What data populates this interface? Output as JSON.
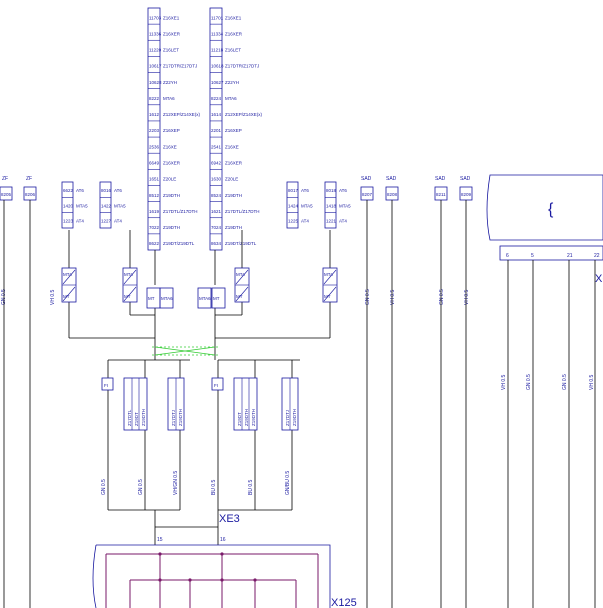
{
  "colors": {
    "wire": "#000000",
    "text": "#1a1aa0",
    "connector_box": "#1a1aa0",
    "crossover": "#33cc33",
    "harness": "#7a1a6a"
  },
  "top_left_engines": [
    {
      "code": "11703",
      "engine": "Z16XE1"
    },
    {
      "code": "11336",
      "engine": "Z16XER"
    },
    {
      "code": "11220",
      "engine": "Z16LET"
    },
    {
      "code": "10617",
      "engine": "Z17DTR/Z17DTJ"
    },
    {
      "code": "10628",
      "engine": "Z22YH"
    },
    {
      "code": "8222",
      "engine": "MTA6"
    },
    {
      "code": "1612",
      "engine": "Z12XEP/Z14XE(x)"
    },
    {
      "code": "2203",
      "engine": "Z16XEP"
    },
    {
      "code": "2536",
      "engine": "Z16XE"
    },
    {
      "code": "6649",
      "engine": "Z16XER"
    },
    {
      "code": "1651",
      "engine": "Z20LE"
    },
    {
      "code": "8512",
      "engine": "Z19DTH"
    },
    {
      "code": "1619",
      "engine": "Z17DTL/Z17DTH"
    },
    {
      "code": "7022",
      "engine": "Z19DTH"
    },
    {
      "code": "8622",
      "engine": "Z19DT/Z19DTL"
    }
  ],
  "top_right_engines": [
    {
      "code": "11701",
      "engine": "Z16XE1"
    },
    {
      "code": "11334",
      "engine": "Z16XER"
    },
    {
      "code": "11218",
      "engine": "Z16LET"
    },
    {
      "code": "10618",
      "engine": "Z17DTR/Z17DTJ"
    },
    {
      "code": "10627",
      "engine": "Z22YH"
    },
    {
      "code": "8224",
      "engine": "MTA6"
    },
    {
      "code": "1614",
      "engine": "Z12XEP/Z14XE(x)"
    },
    {
      "code": "2201",
      "engine": "Z16XEP"
    },
    {
      "code": "2541",
      "engine": "Z16XE"
    },
    {
      "code": "6942",
      "engine": "Z16XER"
    },
    {
      "code": "1630",
      "engine": "Z20LE"
    },
    {
      "code": "8524",
      "engine": "Z19DTH"
    },
    {
      "code": "1621",
      "engine": "Z17DTL/Z17DTH"
    },
    {
      "code": "7024",
      "engine": "Z19DTH"
    },
    {
      "code": "8634",
      "engine": "Z19DT/Z19DTL"
    }
  ],
  "side_groups": [
    {
      "codes": [
        "6622",
        "1420",
        "1223"
      ],
      "labels": [
        "AT6",
        "MTA5",
        "AT4"
      ]
    },
    {
      "codes": [
        "8016",
        "1422",
        "1227"
      ],
      "labels": [
        "AT6",
        "MTA5",
        "AT4"
      ]
    },
    {
      "codes": [
        "8017",
        "1424",
        "1225"
      ],
      "labels": [
        "AT6",
        "MTA5",
        "AT4"
      ]
    },
    {
      "codes": [
        "8018",
        "1418",
        "1221"
      ],
      "labels": [
        "AT6",
        "MTA5",
        "AT4"
      ]
    }
  ],
  "far_left_connectors": [
    {
      "header": "ZF",
      "code": "8205",
      "wire": "GN 0.5"
    },
    {
      "header": "ZF",
      "code": "8206",
      "wire": "VH 0.5"
    }
  ],
  "right_connectors": [
    {
      "header": "SAD",
      "code": "8207",
      "wire": "GN 0.5"
    },
    {
      "header": "SAD",
      "code": "8208",
      "wire": "VH 0.5"
    },
    {
      "header": "SAD",
      "code": "8211",
      "wire": "GN 0.5"
    },
    {
      "header": "SAD",
      "code": "8209",
      "wire": "VH 0.5"
    }
  ],
  "module_pins": [
    "6",
    "5",
    "21",
    "22"
  ],
  "module_label": "XC",
  "module_glyph": "{",
  "module_wires": [
    "VH 0.5",
    "GN 0.5",
    "GN 0.5",
    "VH 0.5"
  ],
  "mt_labels": [
    "MT",
    "MTA6",
    "MTA6",
    "MT"
  ],
  "mta_small": [
    "MTA",
    "MTA",
    "MTA",
    "MTA"
  ],
  "mta_sub": [
    "MT",
    "MT",
    "MT",
    "MT"
  ],
  "fi_labels": [
    "FI",
    "FI"
  ],
  "vertical_engine_blocks": [
    [
      "Z17DTL",
      "Z19DT",
      "Z19DTH"
    ],
    [
      "Z17DTJ",
      "Z19DTH"
    ],
    [
      "Z19DT",
      "Z19DTH",
      "Z19DTH"
    ],
    [
      "Z17DTJ",
      "Z19DTH"
    ]
  ],
  "lower_wires": [
    "GN 0.5",
    "GN 0.5",
    "VH/GN 0.5",
    "BU 0.5",
    "BU 0.5",
    "GN/BU 0.5"
  ],
  "xe3_label": "XE3",
  "xe3_pins": [
    "15",
    "16"
  ],
  "bottom_label": "X125"
}
